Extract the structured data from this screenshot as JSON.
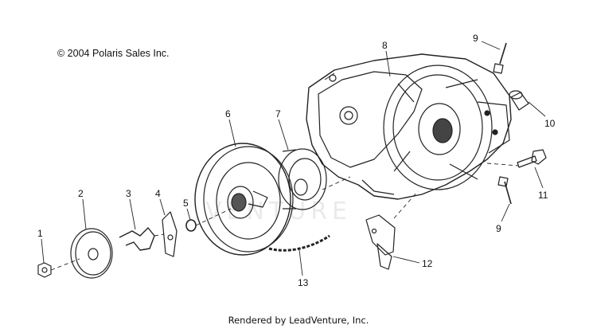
{
  "copyright": "© 2004 Polaris Sales Inc.",
  "footer": "Rendered by LeadVenture, Inc.",
  "watermark": "VENTURE",
  "callouts": [
    "1",
    "2",
    "3",
    "4",
    "5",
    "6",
    "7",
    "8",
    "9",
    "10",
    "11",
    "9",
    "12",
    "13"
  ]
}
